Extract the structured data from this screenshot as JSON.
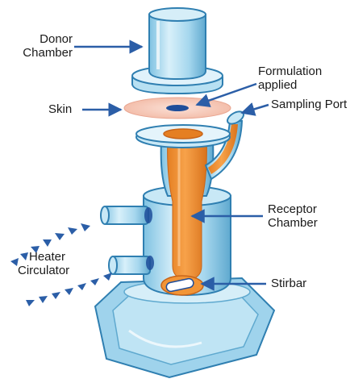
{
  "labels": {
    "donor_chamber": [
      "Donor",
      "Chamber"
    ],
    "formulation_applied": [
      "Formulation",
      "applied"
    ],
    "skin": "Skin",
    "sampling_port": "Sampling Port",
    "receptor_chamber": [
      "Receptor",
      "Chamber"
    ],
    "heater_circulator": [
      "Heater",
      "Circulator"
    ],
    "stirbar": "Stirbar"
  },
  "colors": {
    "glass": "#a9d9ee",
    "glass_light": "#d6eef8",
    "glass_dark": "#5fa9cf",
    "glass_outline": "#2f7fb1",
    "receptor_fluid": "#f29536",
    "receptor_fluid_dark": "#d9731c",
    "skin": "#f5c8b8",
    "formulation": "#1f4e9a",
    "arrow": "#2b5ea7",
    "text": "#1a1a1a"
  }
}
